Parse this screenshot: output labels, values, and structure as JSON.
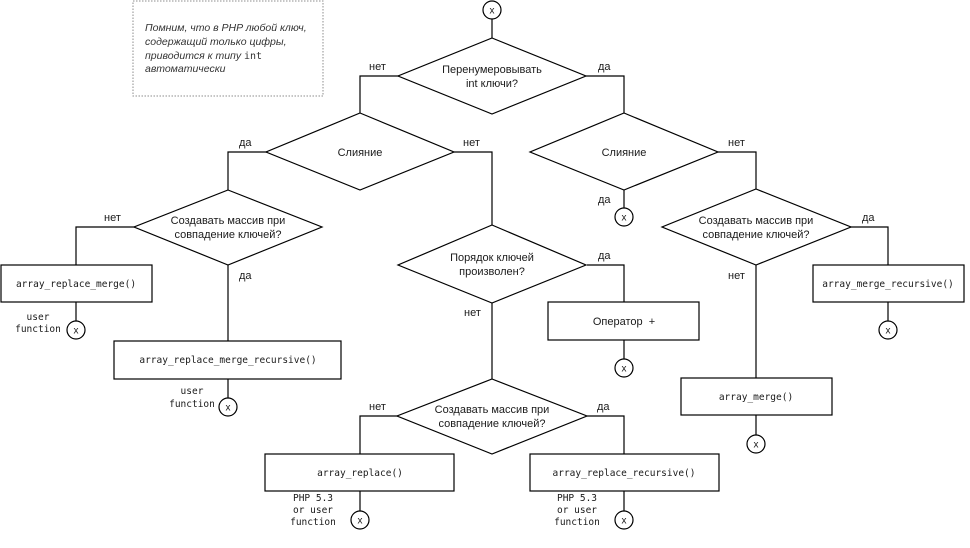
{
  "note": {
    "lines": [
      {
        "text": "Помним, что в PHP любой ключ,"
      },
      {
        "text": "содержащий только цифры,"
      },
      {
        "text": "приводится к типу ",
        "code": "int"
      },
      {
        "text": "автоматически"
      }
    ]
  },
  "terminal_label": "x",
  "decisions": {
    "renumber": {
      "line1": "Перенумеровывать",
      "line2": "int ключи?"
    },
    "merge_left": {
      "line1": "Слияние"
    },
    "merge_right": {
      "line1": "Слияние"
    },
    "create_array_left": {
      "line1": "Создавать массив при",
      "line2": "совпадение ключей?"
    },
    "key_order": {
      "line1": "Порядок ключей",
      "line2": "произволен?"
    },
    "create_array_bottom": {
      "line1": "Создавать массив при",
      "line2": "совпадение ключей?"
    },
    "create_array_right": {
      "line1": "Создавать массив при",
      "line2": "совпадение ключей?"
    }
  },
  "branch_labels": {
    "yes": "да",
    "no": "нет"
  },
  "processes": {
    "array_replace_merge": "array_replace_merge()",
    "array_replace_merge_recursive": "array_replace_merge_recursive()",
    "operator_plus": "Оператор  +",
    "array_replace": "array_replace()",
    "array_replace_recursive": "array_replace_recursive()",
    "array_merge_recursive": "array_merge_recursive()",
    "array_merge": "array_merge()"
  },
  "annotations": {
    "user_function": [
      "user",
      "function"
    ],
    "php53_or_user": [
      "PHP 5.3",
      "or user",
      "function"
    ]
  }
}
